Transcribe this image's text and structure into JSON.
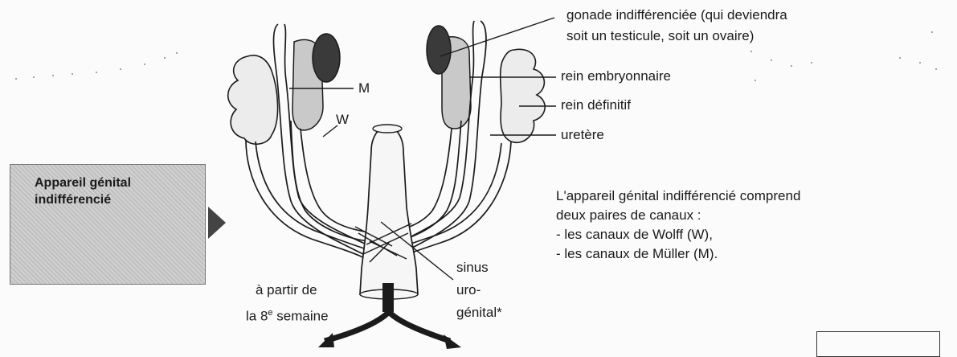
{
  "labels": {
    "gonad_line1": "gonade indifférenciée (qui deviendra",
    "gonad_line2": "soit un testicule, soit un ovaire)",
    "embryonic_kidney": "rein embryonnaire",
    "definitive_kidney": "rein définitif",
    "ureter": "uretère",
    "mueller_duct": "M",
    "wolff_duct": "W",
    "sinus_line1": "sinus",
    "sinus_line2": "uro-",
    "sinus_line3": "génital*",
    "week_line1": "à partir de",
    "week_line2_prefix": "la 8",
    "week_line2_sup": "e",
    "week_line2_suffix": " semaine"
  },
  "box": {
    "line1": "Appareil génital",
    "line2": "indifférencié"
  },
  "summary": {
    "line1": "L'appareil génital indifférencié comprend",
    "line2": "deux paires de canaux :",
    "line3": "- les canaux de Wolff (W),",
    "line4": "- les canaux de Müller (M)."
  },
  "colors": {
    "ink": "#1b1b1b",
    "gonad_fill": "#3a3a3a",
    "kidney_fill": "#c9c9c9",
    "box_fill": "#c7c7c7"
  }
}
